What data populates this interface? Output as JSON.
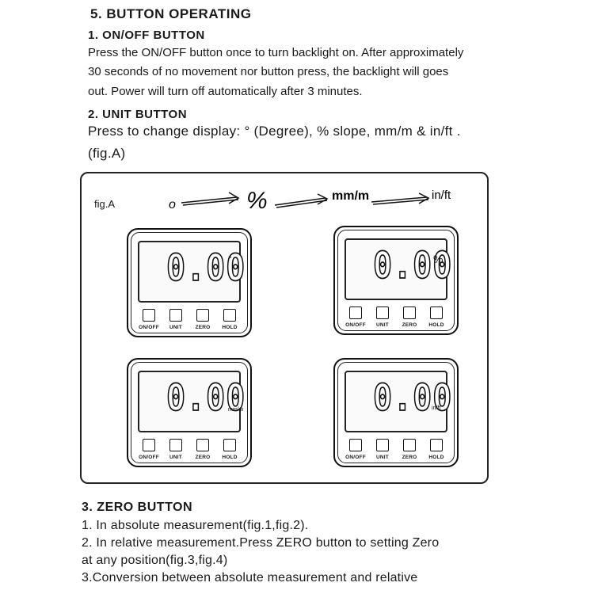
{
  "section5": {
    "title": "5. BUTTON OPERATING",
    "onoff": {
      "heading": "1. ON/OFF BUTTON",
      "lines": [
        "Press the ON/OFF button once to turn backlight on. After approximately",
        "30 seconds of no movement nor button press, the backlight will goes",
        "out. Power will turn off automatically after 3 minutes."
      ]
    },
    "unit": {
      "heading": "2. UNIT BUTTON",
      "line1": "Press to change display:  ° (Degree),   % slope,  mm/m & in/ft .",
      "line2": "(fig.A)"
    }
  },
  "figure": {
    "label": "fig.A",
    "sequence": [
      "o",
      "%",
      "mm/m",
      "in/ft"
    ],
    "devices": [
      {
        "display": "0.00",
        "unit": "°"
      },
      {
        "display": "0.00",
        "unit": "%"
      },
      {
        "display": "0.00",
        "unit": "mm/m"
      },
      {
        "display": "0.00",
        "unit": "in/ft"
      }
    ],
    "buttons": [
      "ON/OFF",
      "UNIT",
      "ZERO",
      "HOLD"
    ]
  },
  "section3": {
    "title": "3. ZERO  BUTTON",
    "lines": [
      "1. In absolute measurement(fig.1,fig.2).",
      "2. In relative measurement.Press ZERO button to setting Zero",
      "at any position(fig.3,fig.4)",
      "3.Conversion between absolute measurement and relative"
    ]
  }
}
